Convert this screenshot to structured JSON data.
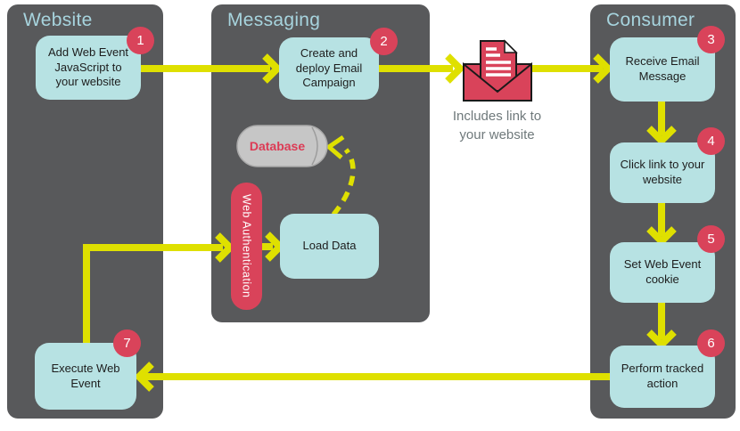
{
  "colors": {
    "accent_yellow": "#dfe000",
    "accent_red": "#d9435a",
    "box_teal": "#b7e2e3",
    "panel_gray": "#58595b",
    "database_gray": "#c6c6c6",
    "title_blue": "#a7d4de"
  },
  "panels": {
    "website": {
      "title": "Website"
    },
    "messaging": {
      "title": "Messaging"
    },
    "consumer": {
      "title": "Consumer"
    }
  },
  "steps": {
    "s1": {
      "num": "1",
      "label": "Add Web Event JavaScript to your website"
    },
    "s2": {
      "num": "2",
      "label": "Create and deploy Email Campaign"
    },
    "s3": {
      "num": "3",
      "label": "Receive Email Message"
    },
    "s4": {
      "num": "4",
      "label": "Click link to your website"
    },
    "s5": {
      "num": "5",
      "label": "Set Web Event cookie"
    },
    "s6": {
      "num": "6",
      "label": "Perform tracked action"
    },
    "s7": {
      "num": "7",
      "label": "Execute Web Event"
    }
  },
  "messaging_items": {
    "database_label": "Database",
    "web_auth_label": "Web Authentication",
    "load_data_label": "Load Data"
  },
  "email": {
    "caption_line1": "Includes link to",
    "caption_line2": "your website"
  }
}
